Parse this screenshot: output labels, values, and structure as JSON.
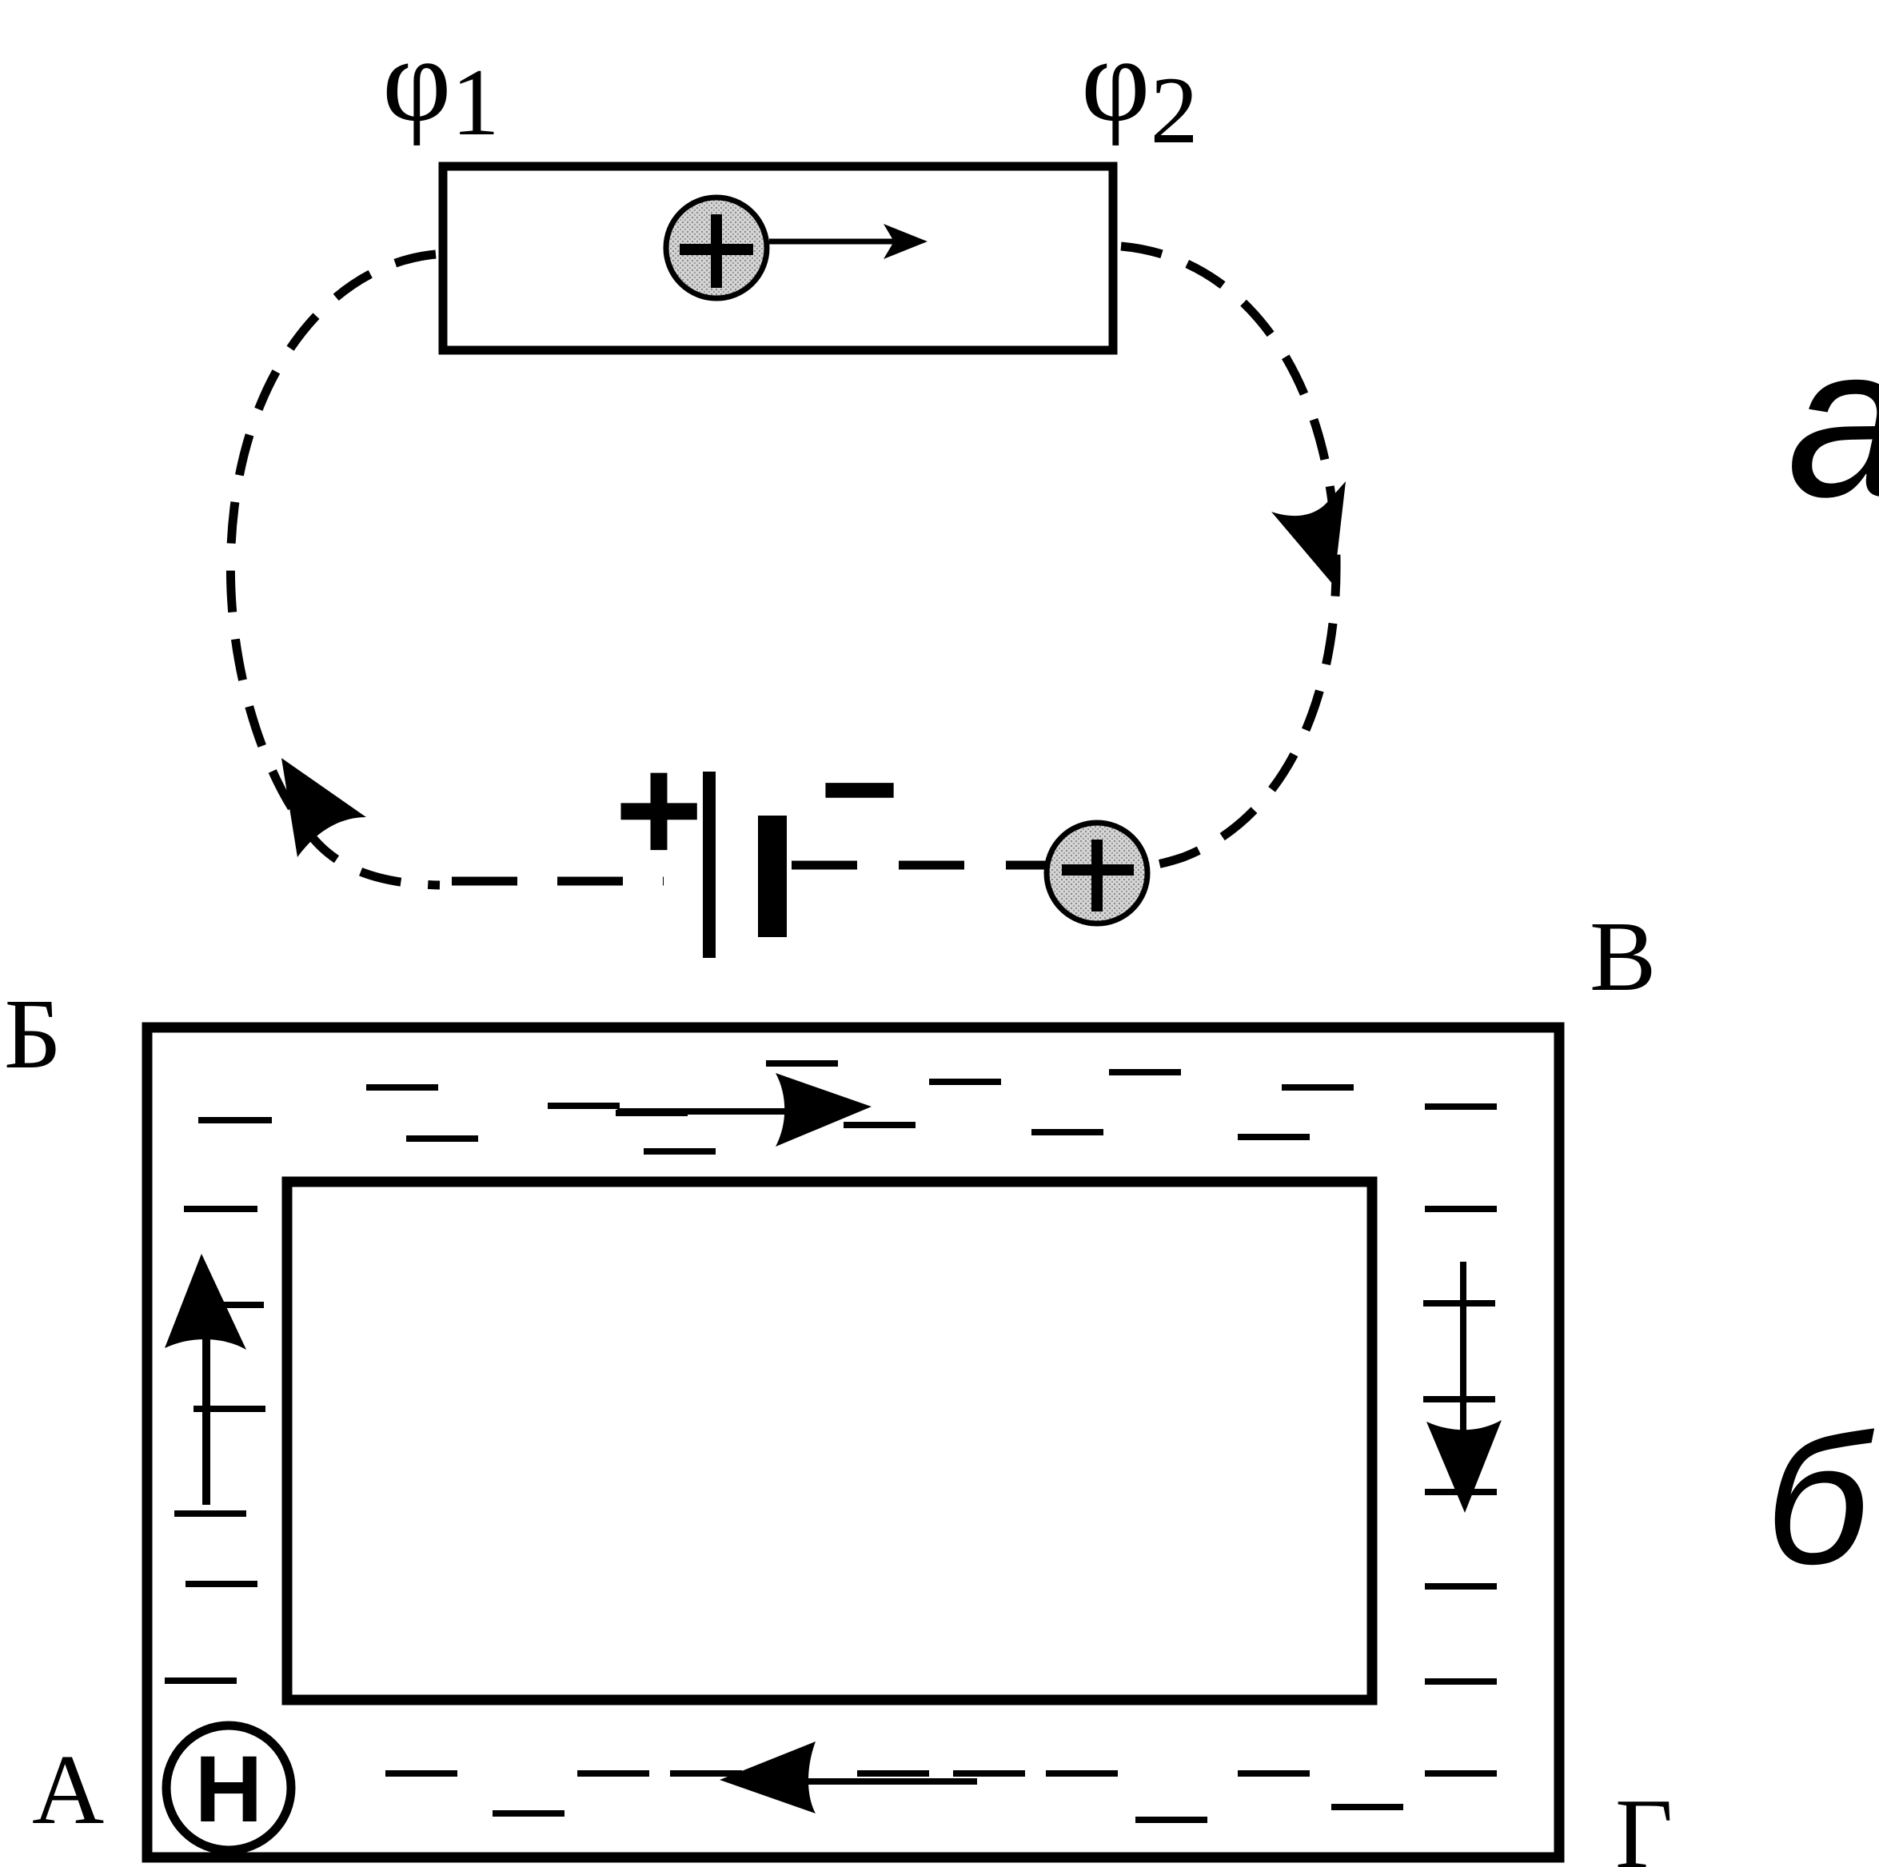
{
  "part_a": {
    "label": "а",
    "phi1": {
      "symbol": "φ",
      "subscript": "1"
    },
    "phi2": {
      "symbol": "φ",
      "subscript": "2"
    },
    "charge_symbol": "+",
    "battery_plus": "+",
    "battery_minus": "−"
  },
  "part_b": {
    "label": "б",
    "corner_a": "А",
    "corner_b": "Б",
    "corner_v": "В",
    "corner_g": "Г",
    "pump_symbol": "Н"
  },
  "colors": {
    "ink": "#000000",
    "charge_fill": "#c8c8c8",
    "background": "#ffffff"
  }
}
